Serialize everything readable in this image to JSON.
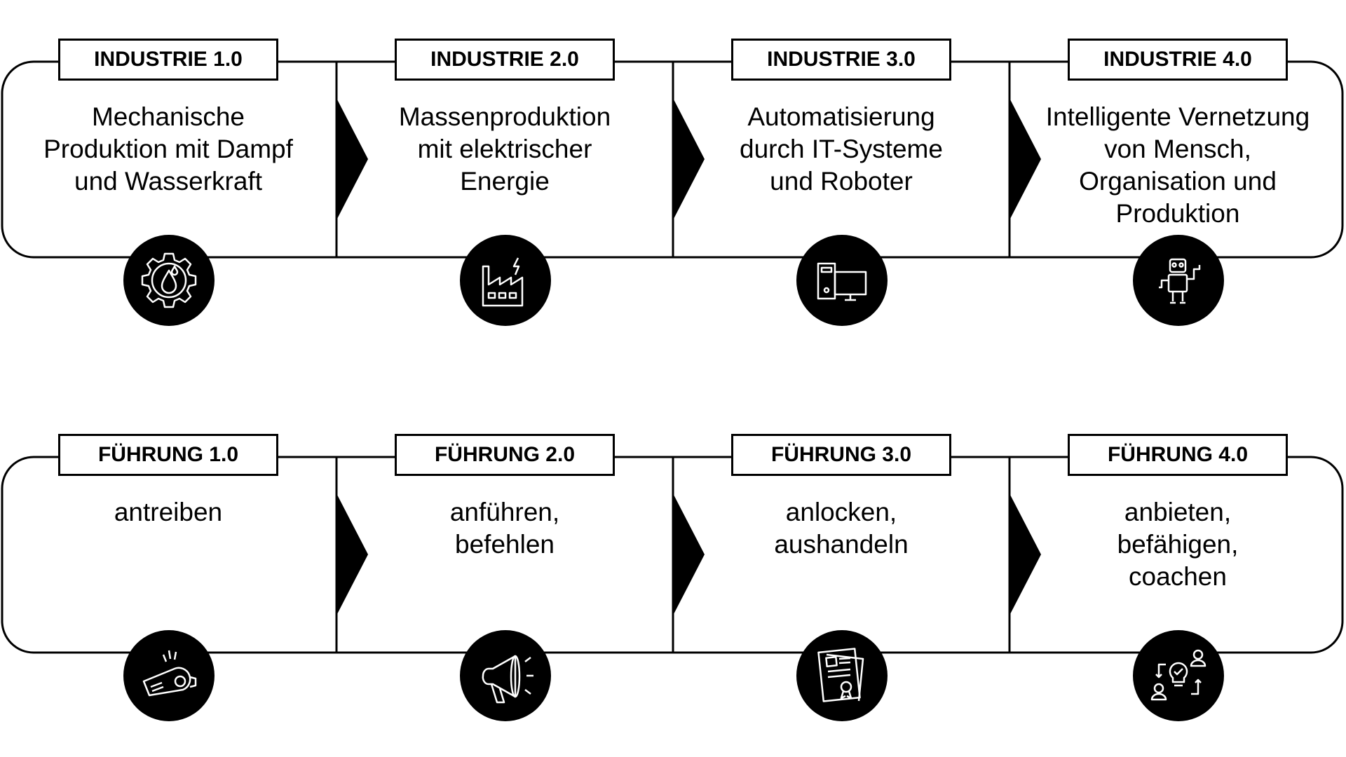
{
  "rows": [
    {
      "stages": [
        {
          "label": "INDUSTRIE 1.0",
          "text": "Mechanische\nProduktion mit Dampf\nund Wasserkraft",
          "icon": "gear-water-drop-icon"
        },
        {
          "label": "INDUSTRIE 2.0",
          "text": "Massenproduktion\nmit elektrischer\nEnergie",
          "icon": "factory-lightning-icon"
        },
        {
          "label": "INDUSTRIE 3.0",
          "text": "Automatisierung\ndurch IT-Systeme\nund Roboter",
          "icon": "computer-icon"
        },
        {
          "label": "INDUSTRIE 4.0",
          "text": "Intelligente Vernetzung\nvon Mensch,\nOrganisation und\nProduktion",
          "icon": "robot-icon"
        }
      ]
    },
    {
      "stages": [
        {
          "label": "FÜHRUNG 1.0",
          "text": "antreiben",
          "icon": "whistle-icon"
        },
        {
          "label": "FÜHRUNG 2.0",
          "text": "anführen,\nbefehlen",
          "icon": "megaphone-icon"
        },
        {
          "label": "FÜHRUNG 3.0",
          "text": "anlocken,\naushandeln",
          "icon": "certificate-icon"
        },
        {
          "label": "FÜHRUNG 4.0",
          "text": "anbieten,\nbefähigen,\ncoachen",
          "icon": "coaching-idea-icon"
        }
      ]
    }
  ],
  "colors": {
    "line": "#000000",
    "background": "#ffffff"
  }
}
